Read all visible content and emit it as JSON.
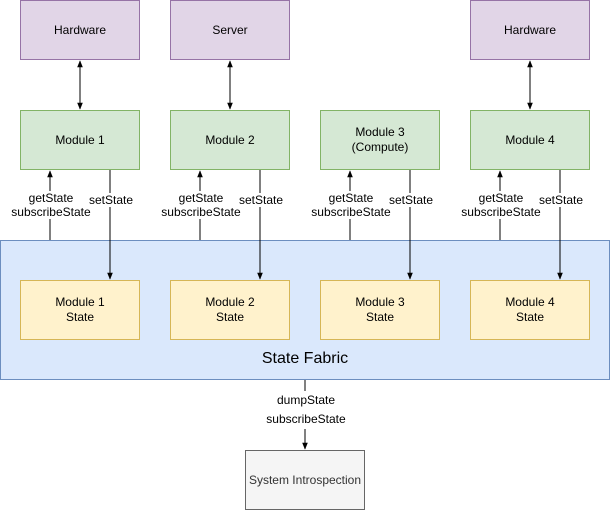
{
  "top_nodes": [
    {
      "label": "Hardware"
    },
    {
      "label": "Server"
    },
    {
      "label": "Hardware"
    }
  ],
  "modules": [
    {
      "label": "Module 1"
    },
    {
      "label": "Module 2"
    },
    {
      "label": "Module 3\n(Compute)"
    },
    {
      "label": "Module 4"
    }
  ],
  "states": [
    {
      "label": "Module 1\nState"
    },
    {
      "label": "Module 2\nState"
    },
    {
      "label": "Module 3\nState"
    },
    {
      "label": "Module 4\nState"
    }
  ],
  "fabric": {
    "label": "State Fabric"
  },
  "edge_labels": {
    "get": "getState\nsubscribeState",
    "set": "setState",
    "dump": "dumpState\nsubscribeState"
  },
  "introspection": {
    "label": "System Introspection"
  },
  "colors": {
    "purple_fill": "#e1d5e7",
    "green_fill": "#d5e8d4",
    "yellow_fill": "#fff2cc",
    "blue_fill": "#dae8fc",
    "gray_fill": "#f5f5f5"
  }
}
